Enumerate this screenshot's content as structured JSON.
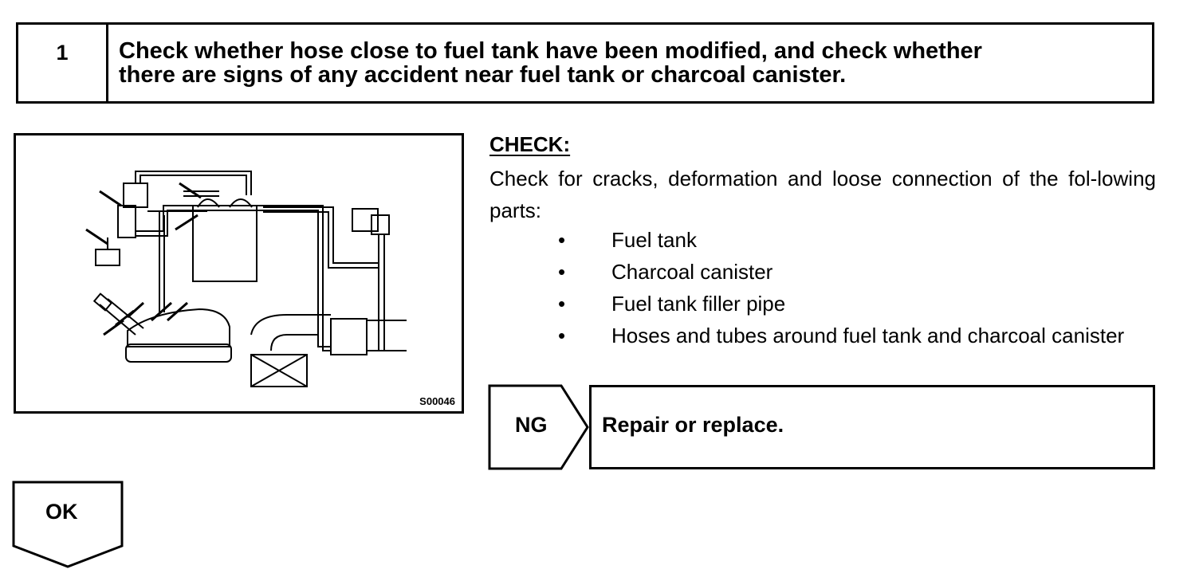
{
  "step": {
    "number": "1",
    "title_line1": "Check whether hose close to fuel tank have been modified, and check whether",
    "title_line2": "there are signs of any accident near fuel tank or charcoal canister."
  },
  "figure": {
    "code": "S00046"
  },
  "check": {
    "heading": "CHECK:",
    "intro": "Check for cracks, deformation and loose connection of the fol-lowing parts:",
    "bullet_char": "•",
    "items": [
      "Fuel tank",
      "Charcoal canister",
      "Fuel tank filler pipe",
      "Hoses and tubes around fuel tank and charcoal canister"
    ]
  },
  "ng": {
    "label": "NG",
    "action": "Repair or replace."
  },
  "ok": {
    "label": "OK"
  }
}
